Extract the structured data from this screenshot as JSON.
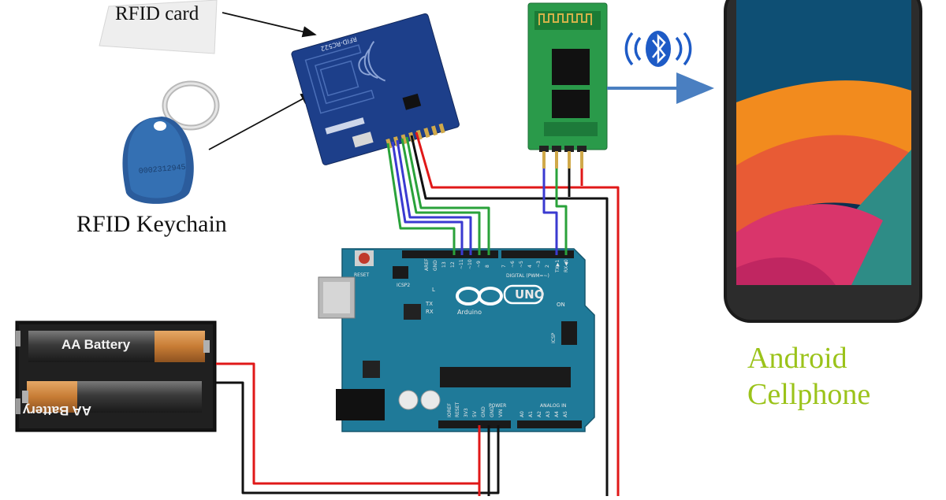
{
  "labels": {
    "rfid_card": "RFID card",
    "rfid_keychain": "RFID Keychain",
    "android_line1": "Android",
    "android_line2": "Cellphone"
  },
  "components": {
    "rfid_module_text": "RFID-RC522",
    "keychain_tag_text": "0002312945",
    "battery_top": "AA Battery",
    "battery_bottom": "AA Battery",
    "board_name": "UNO",
    "board_brand": "Arduino",
    "reset_label": "RESET",
    "icsp2_label": "ICSP2",
    "icsp_label": "ICSP",
    "digital_label": "DIGITAL (PWM=~)",
    "power_label": "POWER",
    "analog_label": "ANALOG IN",
    "on_label": "ON",
    "l_label": "L",
    "tx_label": "TX",
    "rx_label": "RX",
    "aref_label": "AREF",
    "gnd_label": "GND",
    "pin13": "13",
    "pin12": "12",
    "pin11": "~11",
    "pin10": "~10",
    "pin9": "~9",
    "pin8": "8",
    "pin7": "7",
    "pin6": "~6",
    "pin5": "~5",
    "pin4": "4",
    "pin3": "~3",
    "pin2": "2",
    "pin1": "TX▶1",
    "pin0": "RX◀0",
    "ioref": "IOREF",
    "reset_pin": "RESET",
    "v33": "3V3",
    "v5": "5V",
    "gnd1": "GND",
    "gnd2": "GND",
    "vin": "VIN",
    "a0": "A0",
    "a1": "A1",
    "a2": "A2",
    "a3": "A3",
    "a4": "A4",
    "a5": "A5"
  },
  "colors": {
    "board": "#1f7a99",
    "rfid_board": "#1d3f8a",
    "bt_board": "#2a9a4a",
    "wire_red": "#e01818",
    "wire_black": "#111111",
    "wire_green": "#2aa23a",
    "wire_blue": "#3a3ad0",
    "arrow_blue": "#4a7fc1",
    "android_text": "#9bc31a"
  },
  "icons": [
    "bluetooth-icon",
    "signal-waves-icon",
    "arrow-right-icon"
  ]
}
